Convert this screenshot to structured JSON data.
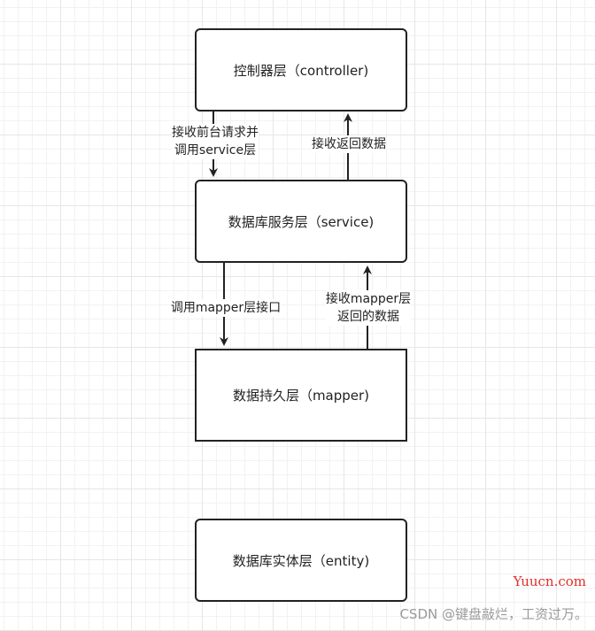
{
  "diagram": {
    "nodes": [
      {
        "id": "controller",
        "label": "控制器层（controller)"
      },
      {
        "id": "service",
        "label": "数据库服务层（service)"
      },
      {
        "id": "mapper",
        "label": "数据持久层（mapper)"
      },
      {
        "id": "entity",
        "label": "数据库实体层（entity)"
      }
    ],
    "edges": [
      {
        "from": "controller",
        "to": "service",
        "label_lines": [
          "接收前台请求并",
          "调用service层"
        ]
      },
      {
        "from": "service",
        "to": "controller",
        "label_lines": [
          "接收返回数据"
        ]
      },
      {
        "from": "service",
        "to": "mapper",
        "label_lines": [
          "调用mapper层接口"
        ]
      },
      {
        "from": "mapper",
        "to": "service",
        "label_lines": [
          "接收mapper层",
          "返回的数据"
        ]
      }
    ]
  },
  "watermarks": {
    "site": "Yuucn.com",
    "csdn": "CSDN @键盘敲烂，工资过万。"
  },
  "colors": {
    "stroke": "#222222",
    "grid": "#e6e6e6",
    "site_watermark": "#e0302b",
    "csdn_watermark": "#9a9a9a"
  }
}
